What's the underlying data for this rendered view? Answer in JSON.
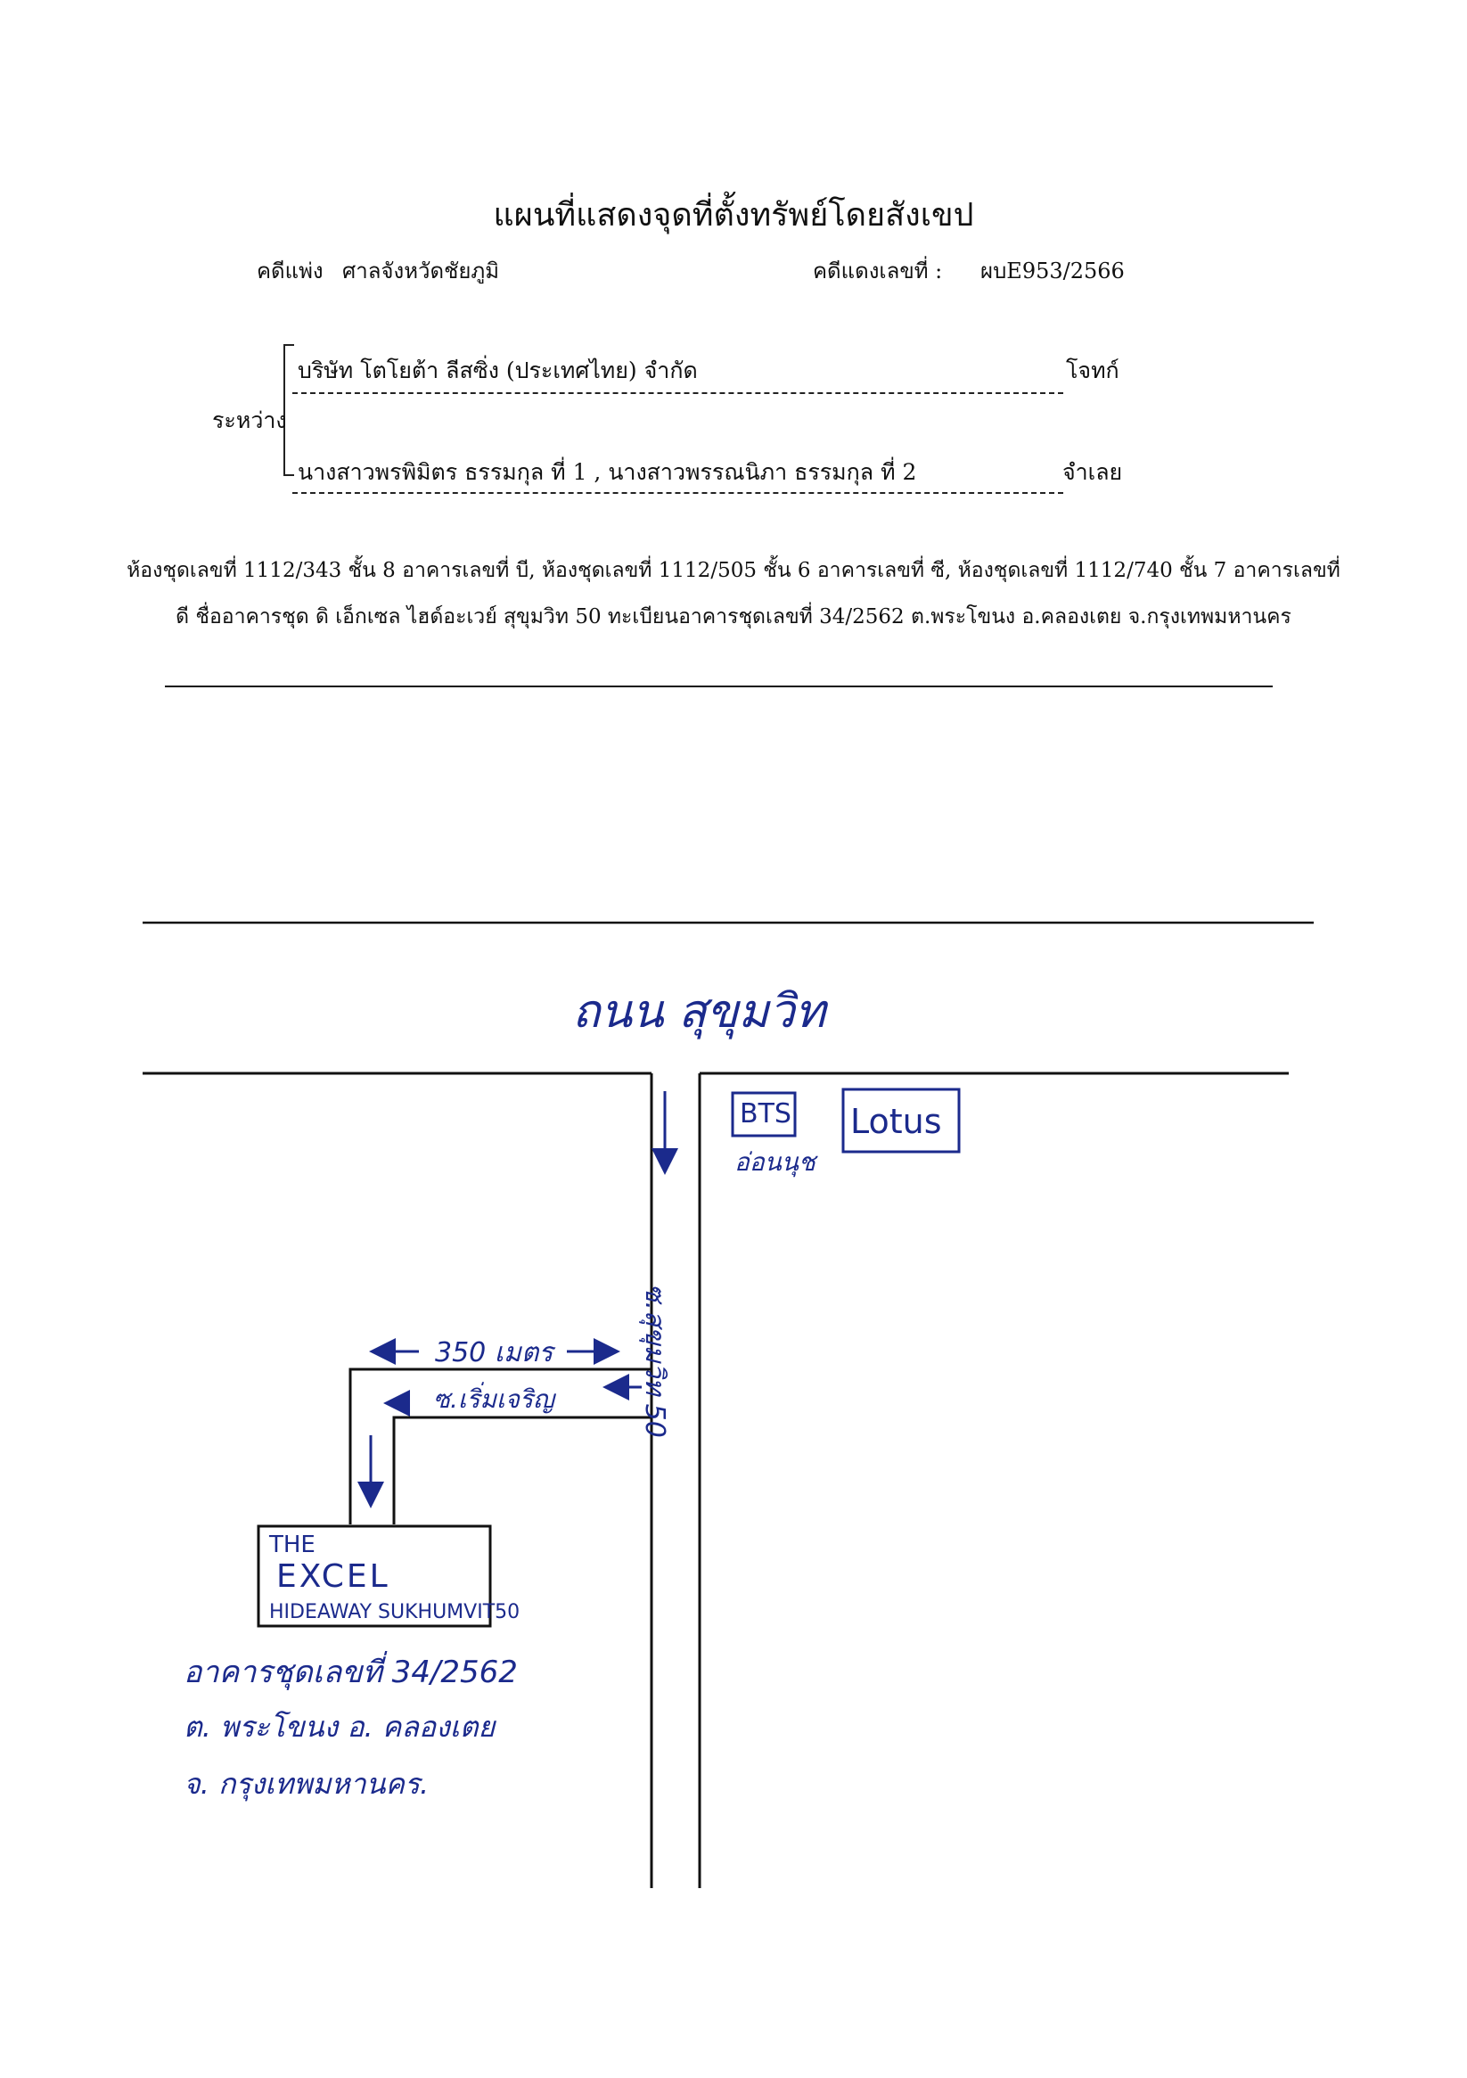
{
  "header": {
    "title": "แผนที่แสดงจุดที่ตั้งทรัพย์โดยสังเขป",
    "case_type": "คดีแพ่ง",
    "court": "ศาลจังหวัดชัยภูมิ",
    "red_case_label": "คดีแดงเลขที่ :",
    "red_case_number": "ผบE953/2566"
  },
  "parties": {
    "between_label": "ระหว่าง",
    "plaintiff_name": "บริษัท โตโยต้า ลีสซิ่ง (ประเทศไทย) จำกัด",
    "plaintiff_role": "โจทก์",
    "defendant_name": "นางสาวพรพิมิตร ธรรมกุล ที่ 1 , นางสาวพรรณนิภา ธรรมกุล ที่ 2",
    "defendant_role": "จำเลย"
  },
  "property": {
    "line1": "ห้องชุดเลขที่ 1112/343 ชั้น 8 อาคารเลขที่ บี, ห้องชุดเลขที่ 1112/505 ชั้น 6 อาคารเลขที่ ซี, ห้องชุดเลขที่ 1112/740 ชั้น 7 อาคารเลขที่",
    "line2": "ดี ชื่ออาคารชุด ดิ เอ็กเซล ไฮด์อะเวย์ สุขุมวิท 50 ทะเบียนอาคารชุดเลขที่ 34/2562 ต.พระโขนง อ.คลองเตย จ.กรุงเทพมหานคร"
  },
  "map": {
    "main_road": "ถนน สุขุมวิท",
    "soi_vertical": "ซ.สุขุมวิท 50",
    "soi_branch": "ซ.เริ่มเจริญ",
    "distance": "350 เมตร",
    "bts_label": "BTS",
    "bts_station": "อ่อนนุช",
    "lotus_label": "Lotus",
    "building_line1": "THE",
    "building_line2": "EXCEL",
    "building_line3": "HIDEAWAY SUKHUMVIT50",
    "address_line1": "อาคารชุดเลขที่ 34/2562",
    "address_line2": "ต. พระโขนง   อ. คลองเตย",
    "address_line3": "จ. กรุงเทพมหานคร.",
    "ink_color": "#1b2a8c",
    "line_color": "#111111"
  }
}
